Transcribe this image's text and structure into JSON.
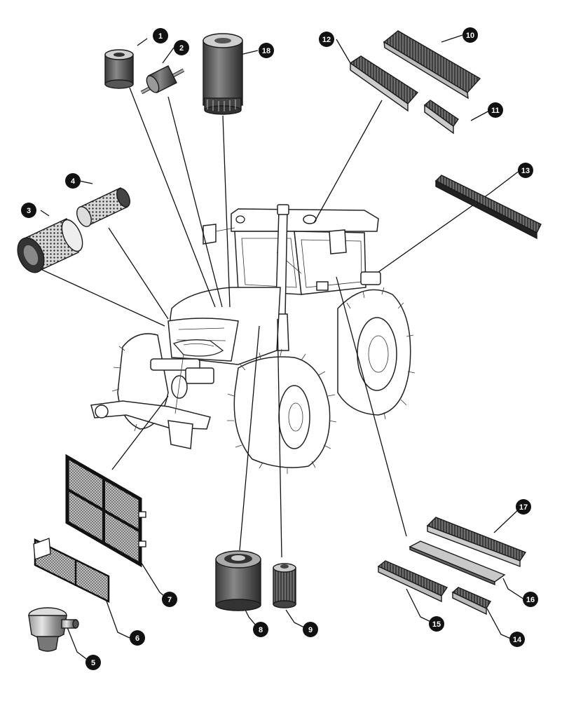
{
  "figure": {
    "subject": "tractor-filter-locations",
    "callouts": [
      {
        "id": 1,
        "label": "1",
        "part": "engine-oil-filter"
      },
      {
        "id": 2,
        "label": "2",
        "part": "inline-fuel-filter"
      },
      {
        "id": 3,
        "label": "3",
        "part": "primary-air-filter"
      },
      {
        "id": 4,
        "label": "4",
        "part": "secondary-air-filter"
      },
      {
        "id": 5,
        "label": "5",
        "part": "fuel-prefilter-bowl"
      },
      {
        "id": 6,
        "label": "6",
        "part": "condenser-screen"
      },
      {
        "id": 7,
        "label": "7",
        "part": "grille-screen"
      },
      {
        "id": 8,
        "label": "8",
        "part": "hydraulic-filter"
      },
      {
        "id": 9,
        "label": "9",
        "part": "transmission-filter-element"
      },
      {
        "id": 10,
        "label": "10",
        "part": "cab-recirculation-filter"
      },
      {
        "id": 11,
        "label": "11",
        "part": "small-cab-filter"
      },
      {
        "id": 12,
        "label": "12",
        "part": "cab-air-filter"
      },
      {
        "id": 13,
        "label": "13",
        "part": "long-cab-filter"
      },
      {
        "id": 14,
        "label": "14",
        "part": "small-panel-filter"
      },
      {
        "id": 15,
        "label": "15",
        "part": "panel-filter"
      },
      {
        "id": 16,
        "label": "16",
        "part": "flat-filter-pad"
      },
      {
        "id": 17,
        "label": "17",
        "part": "carbon-cab-filter"
      },
      {
        "id": 18,
        "label": "18",
        "part": "fuel-filter-cartridge"
      }
    ]
  }
}
